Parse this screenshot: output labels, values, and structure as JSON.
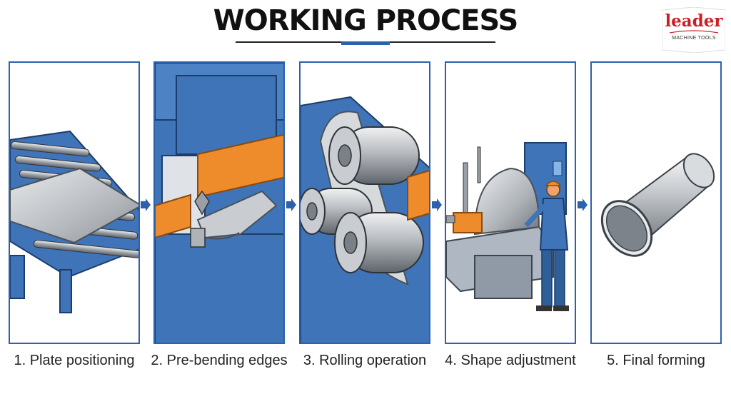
{
  "title": "WORKING PROCESS",
  "logo": {
    "name": "leader",
    "subtitle": "MACHINE TOOLS"
  },
  "steps": [
    {
      "label": "1. Plate positioning"
    },
    {
      "label": "2. Pre-bending edges"
    },
    {
      "label": "3. Rolling operation"
    },
    {
      "label": "4. Shape adjustment"
    },
    {
      "label": "5. Final forming"
    }
  ],
  "colors": {
    "accent": "#2c61ad",
    "machine_blue": "#3f74b8",
    "orange": "#ee8b2a",
    "logo_red": "#cc2027"
  }
}
